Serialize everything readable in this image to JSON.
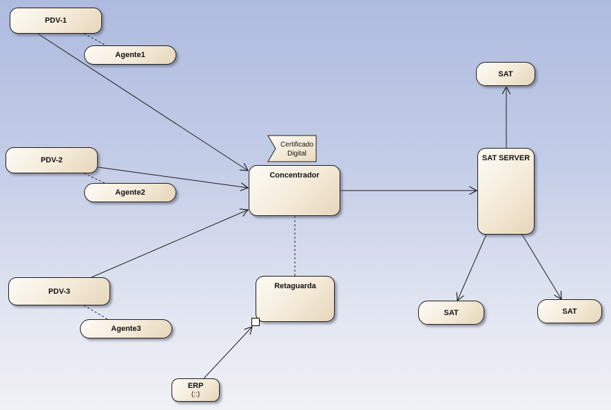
{
  "diagram": {
    "nodes": {
      "pdv1": "PDV-1",
      "agente1": "Agente1",
      "pdv2": "PDV-2",
      "agente2": "Agente2",
      "pdv3": "PDV-3",
      "agente3": "Agente3",
      "concentrador": "Concentrador",
      "certificado_line1": "Certificado",
      "certificado_line2": "Digital",
      "retaguarda": "Retaguarda",
      "erp": "ERP",
      "erp_sub": "(::)",
      "sat_server": "SAT SERVER",
      "sat_top": "SAT",
      "sat_left": "SAT",
      "sat_right": "SAT"
    },
    "connections": [
      {
        "from": "PDV-1",
        "to": "Concentrador",
        "style": "arrow"
      },
      {
        "from": "PDV-2",
        "to": "Concentrador",
        "style": "arrow"
      },
      {
        "from": "PDV-3",
        "to": "Concentrador",
        "style": "arrow"
      },
      {
        "from": "PDV-1",
        "to": "Agente1",
        "style": "dashed"
      },
      {
        "from": "PDV-2",
        "to": "Agente2",
        "style": "dashed"
      },
      {
        "from": "PDV-3",
        "to": "Agente3",
        "style": "dashed"
      },
      {
        "from": "Concentrador",
        "to": "Retaguarda",
        "style": "dashed"
      },
      {
        "from": "ERP",
        "to": "Retaguarda",
        "style": "arrow"
      },
      {
        "from": "Concentrador",
        "to": "SAT SERVER",
        "style": "arrow"
      },
      {
        "from": "SAT SERVER",
        "to": "SAT",
        "style": "arrow"
      },
      {
        "from": "SAT SERVER",
        "to": "SAT",
        "style": "arrow"
      },
      {
        "from": "SAT SERVER",
        "to": "SAT",
        "style": "arrow"
      }
    ]
  }
}
